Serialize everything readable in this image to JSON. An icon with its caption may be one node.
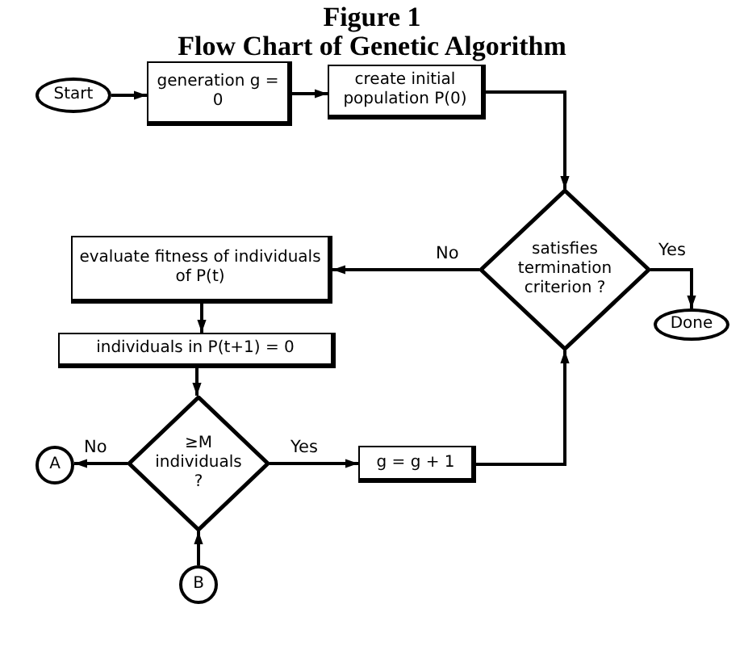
{
  "diagram": {
    "title": "Flow Chart of Genetic Algorithm",
    "nodes": [
      {
        "text": [
          "Start"
        ]
      },
      {
        "text": [
          "generation g = 0"
        ]
      },
      {
        "text": [
          "create initial population P(0)"
        ]
      },
      {
        "text": [
          "satisfies termination criterion ?"
        ]
      },
      {
        "text": [
          "Done"
        ]
      },
      {
        "text": [
          "evaluate fitness of individuals of P(t)"
        ]
      },
      {
        "text": [
          "individuals in P(t+1) = 0"
        ]
      },
      {
        "text": [
          "≥M individuals ?"
        ]
      },
      {
        "text": [
          "A"
        ]
      },
      {
        "text": [
          "B"
        ]
      },
      {
        "text": [
          "g = g + 1"
        ]
      }
    ],
    "edges": [
      {
        "from": 0,
        "to": 1,
        "arrow": "to"
      },
      {
        "from": 1,
        "to": 2,
        "arrow": "to"
      },
      {
        "from": 2,
        "to": 3,
        "arrow": "to"
      },
      {
        "from": 3,
        "to": 5,
        "arrow": "to",
        "label": "No"
      },
      {
        "from": 3,
        "to": 4,
        "arrow": "to",
        "label": "Yes"
      },
      {
        "from": 5,
        "to": 6,
        "arrow": "to"
      },
      {
        "from": 6,
        "to": 7,
        "arrow": "to"
      },
      {
        "from": 7,
        "to": 8,
        "arrow": "to",
        "label": "No"
      },
      {
        "from": 7,
        "to": 10,
        "arrow": "to",
        "label": "Yes"
      },
      {
        "from": 9,
        "to": 7,
        "arrow": "to"
      },
      {
        "from": 10,
        "to": 3,
        "arrow": "to"
      }
    ],
    "labels": [
      "Figure 1"
    ]
  }
}
